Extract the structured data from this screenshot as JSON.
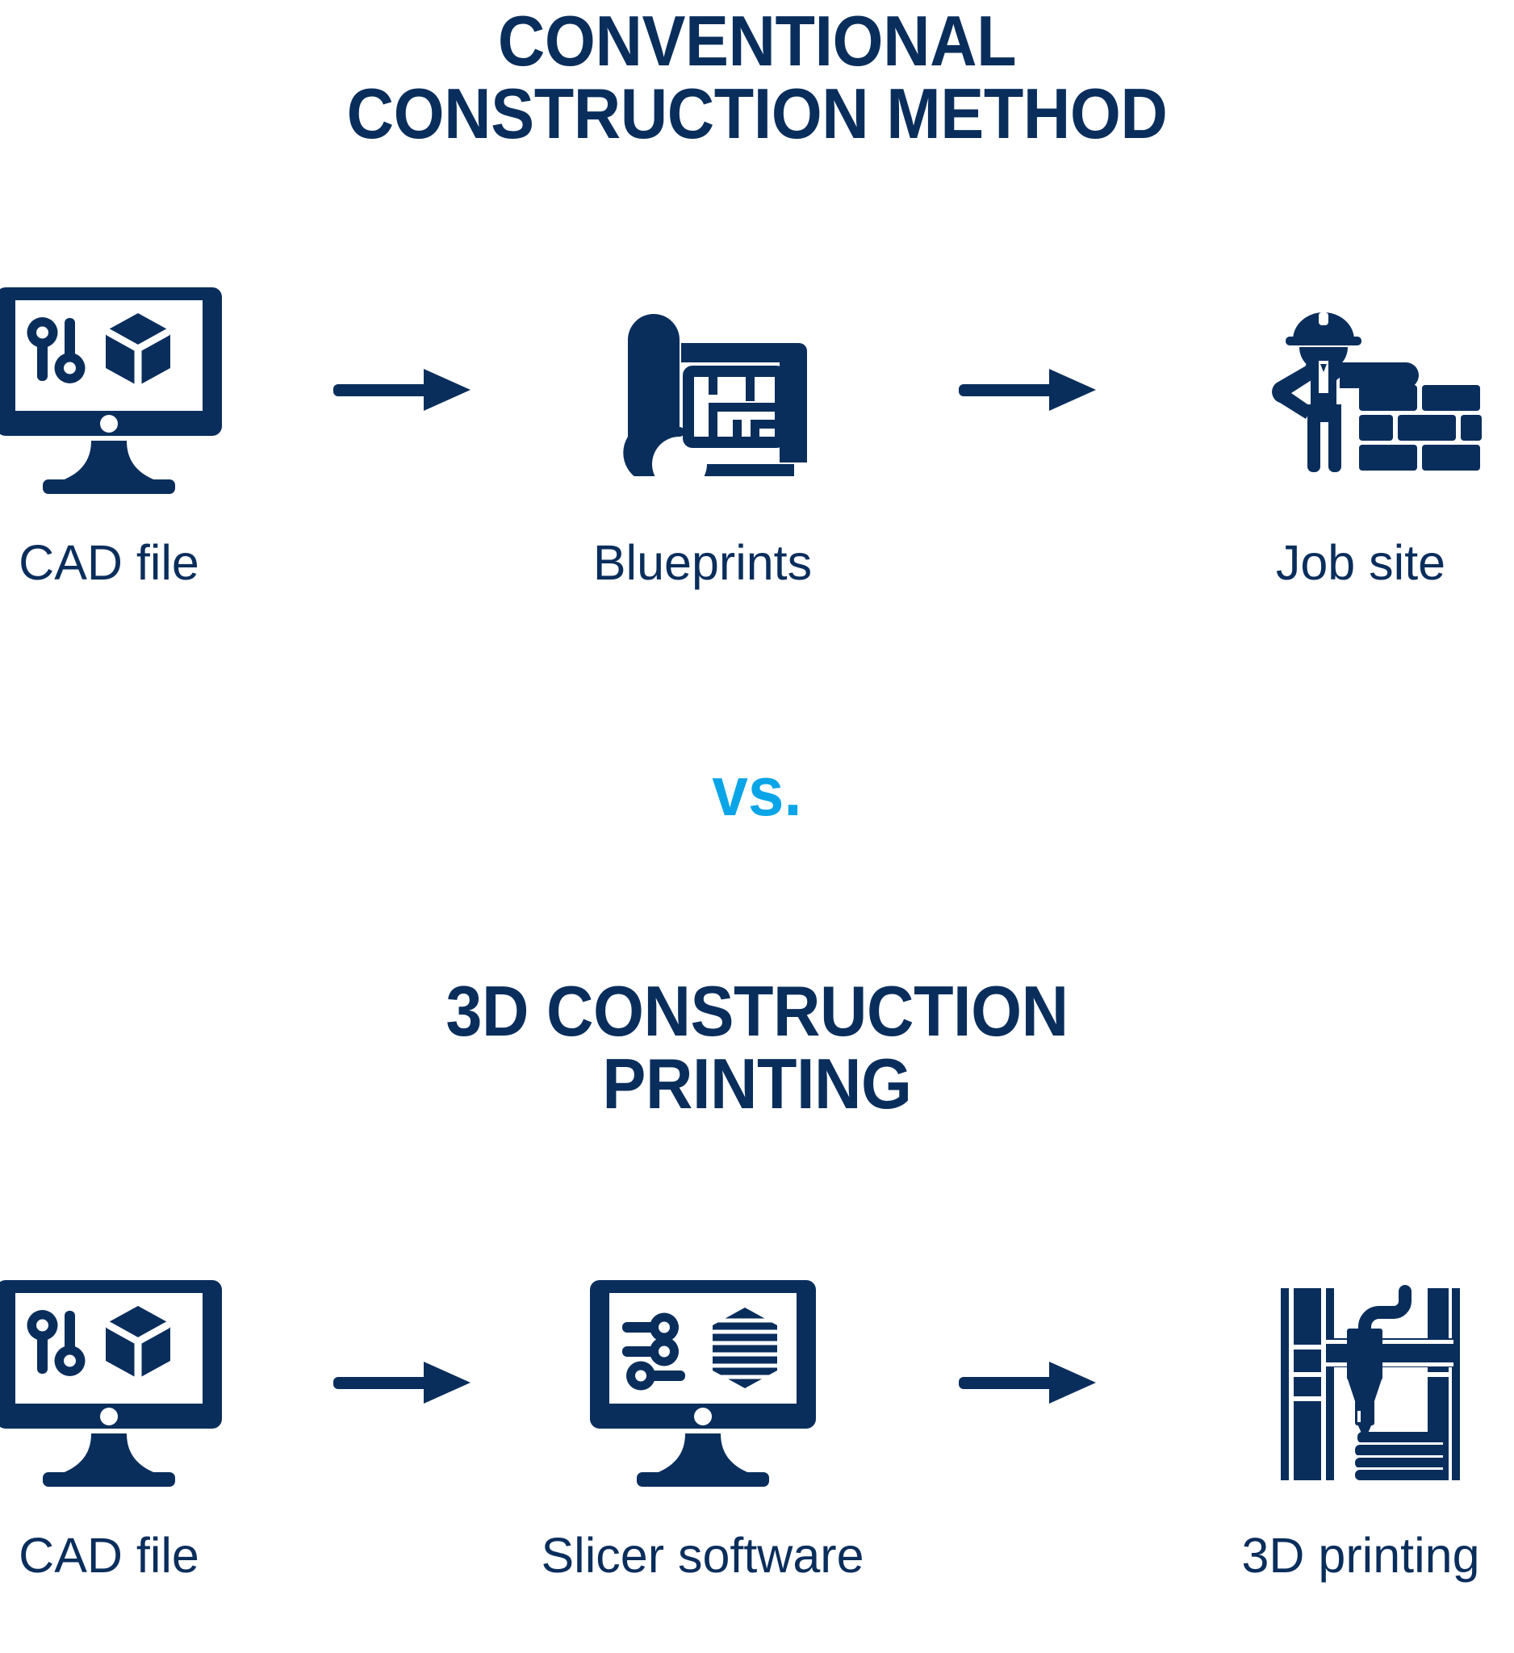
{
  "colors": {
    "navy": "#0a2e5c",
    "cyan": "#0aa5e8",
    "background": "#ffffff"
  },
  "sections": [
    {
      "id": "conventional",
      "title_line1": "CONVENTIONAL",
      "title_line2": "CONSTRUCTION METHOD",
      "steps": [
        {
          "label": "CAD file",
          "icon": "monitor-cad-icon"
        },
        {
          "label": "Blueprints",
          "icon": "blueprint-roll-icon"
        },
        {
          "label": "Job site",
          "icon": "construction-worker-brick-wall-icon"
        }
      ],
      "arrows": [
        "arrow-right-icon",
        "arrow-right-icon"
      ]
    },
    {
      "id": "3d-construction-printing",
      "title_line1": "3D CONSTRUCTION",
      "title_line2": "PRINTING",
      "steps": [
        {
          "label": "CAD file",
          "icon": "monitor-cad-icon"
        },
        {
          "label": "Slicer software",
          "icon": "monitor-slicer-icon"
        },
        {
          "label": "3D printing",
          "icon": "gantry-3d-printer-icon"
        }
      ],
      "arrows": [
        "arrow-right-icon",
        "arrow-right-icon"
      ]
    }
  ],
  "divider": {
    "label": "vs."
  }
}
